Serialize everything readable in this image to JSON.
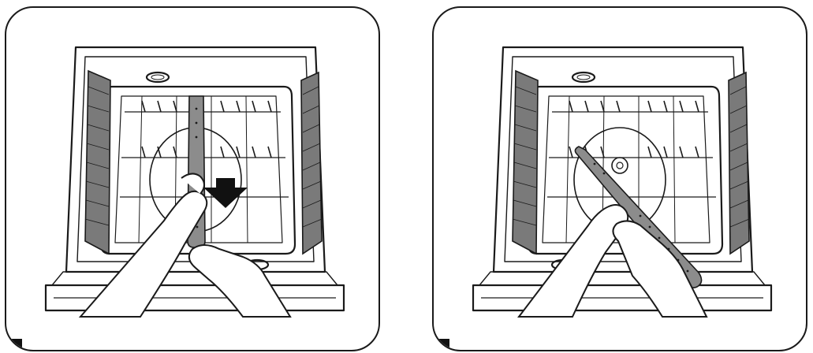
{
  "figure": {
    "panels": [
      {
        "id": "left",
        "illustration": "remove-spray-arm",
        "arrow_direction": "down",
        "step_label": ""
      },
      {
        "id": "right",
        "illustration": "spray-arm-removed",
        "step_label": ""
      }
    ],
    "colors": {
      "line": "#1a1a1a",
      "spray_arm": "#8c8c8c",
      "filter_panels": "#7a7a7a",
      "arrow": "#111111",
      "background": "#ffffff"
    }
  }
}
